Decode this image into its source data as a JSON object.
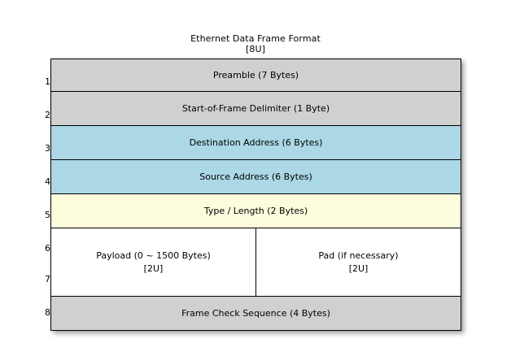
{
  "title": {
    "main": "Ethernet Data Frame Format",
    "sub": "[8U]"
  },
  "colors": {
    "gray": "#d0d0d0",
    "blue": "#acd8e6",
    "yellow": "#fdfddd",
    "white": "#ffffff",
    "border": "#000000",
    "background": "#ffffff"
  },
  "row_numbers": [
    "1",
    "2",
    "3",
    "4",
    "5",
    "6",
    "7",
    "8"
  ],
  "rows": [
    {
      "number": "1",
      "label": "Preamble (7 Bytes)",
      "fill": "gray"
    },
    {
      "number": "2",
      "label": "Start-of-Frame Delimiter (1 Byte)",
      "fill": "gray"
    },
    {
      "number": "3",
      "label": "Destination Address (6 Bytes)",
      "fill": "blue"
    },
    {
      "number": "4",
      "label": "Source Address (6 Bytes)",
      "fill": "blue"
    },
    {
      "number": "5",
      "label": "Type / Length (2 Bytes)",
      "fill": "yellow"
    },
    {
      "number": "6",
      "fill": "white",
      "split": true,
      "left": {
        "label": "Payload (0 ~ 1500 Bytes)",
        "sublabel": "[2U]"
      },
      "right": {
        "label": "Pad (if necessary)",
        "sublabel": "[2U]"
      }
    },
    {
      "number": "7",
      "fill": "white",
      "spanned_by_row": "6"
    },
    {
      "number": "8",
      "label": "Frame Check Sequence (4 Bytes)",
      "fill": "gray"
    }
  ],
  "cells": {
    "preamble": "Preamble (7 Bytes)",
    "sfd": "Start-of-Frame Delimiter (1 Byte)",
    "destination_address": "Destination Address (6 Bytes)",
    "source_address": "Source Address (6 Bytes)",
    "type_length": "Type / Length (2 Bytes)",
    "payload_label": "Payload (0 ~ 1500 Bytes)",
    "payload_sublabel": "[2U]",
    "pad_label": "Pad (if necessary)",
    "pad_sublabel": "[2U]",
    "fcs": "Frame Check Sequence (4 Bytes)"
  }
}
